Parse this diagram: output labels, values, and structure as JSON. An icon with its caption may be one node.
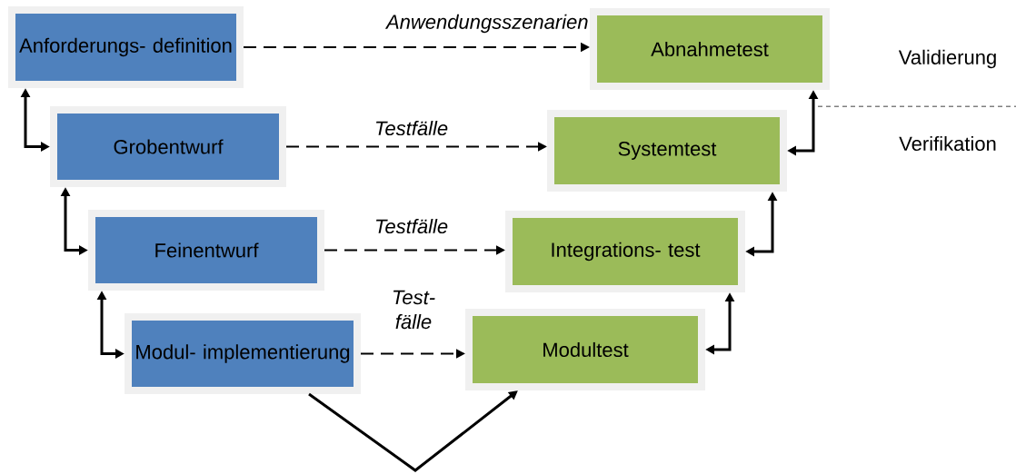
{
  "diagram": {
    "nodes": [
      {
        "text": [
          "Anforderungs- definition"
        ]
      },
      {
        "text": [
          "Grobentwurf"
        ]
      },
      {
        "text": [
          "Feinentwurf"
        ]
      },
      {
        "text": [
          "Modul- implementierung"
        ]
      },
      {
        "text": [
          "Abnahmetest"
        ]
      },
      {
        "text": [
          "Systemtest"
        ]
      },
      {
        "text": [
          "Integrations- test"
        ]
      },
      {
        "text": [
          "Modultest"
        ]
      }
    ],
    "edges": [
      {
        "from": 0,
        "to": 4,
        "arrow": "to",
        "style": "dashed",
        "label": "Anwendungsszenarien"
      },
      {
        "from": 1,
        "to": 5,
        "arrow": "to",
        "style": "dashed",
        "label": "Testfälle"
      },
      {
        "from": 2,
        "to": 6,
        "arrow": "to",
        "style": "dashed",
        "label": "Testfälle"
      },
      {
        "from": 3,
        "to": 7,
        "arrow": "to",
        "style": "dashed",
        "label": "Test- fälle"
      },
      {
        "from": 0,
        "to": 1,
        "arrow": "both"
      },
      {
        "from": 1,
        "to": 2,
        "arrow": "both"
      },
      {
        "from": 2,
        "to": 3,
        "arrow": "both"
      },
      {
        "from": 4,
        "to": 5,
        "arrow": "both"
      },
      {
        "from": 5,
        "to": 6,
        "arrow": "both"
      },
      {
        "from": 6,
        "to": 7,
        "arrow": "both"
      },
      {
        "from": 3,
        "to": 7,
        "arrow": "to"
      }
    ],
    "labels": [
      "Validierung",
      "Verifikation"
    ]
  }
}
